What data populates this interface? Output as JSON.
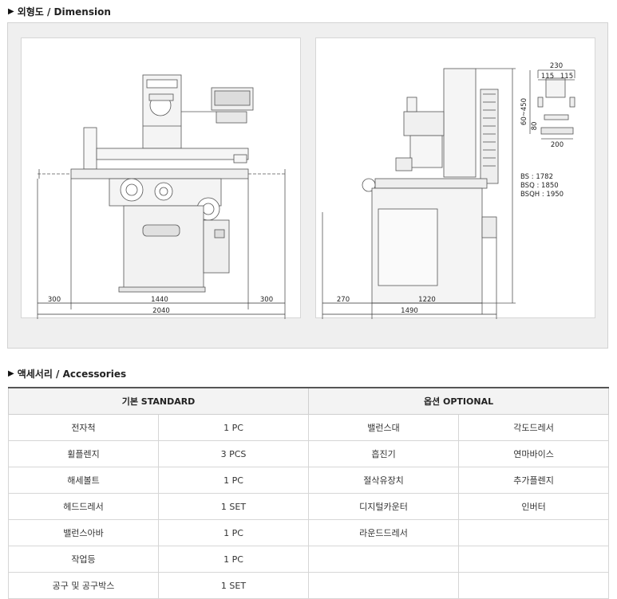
{
  "dimension_section": {
    "title": "외형도 / Dimension",
    "front_view": {
      "left_overhang": "300",
      "table_travel": "1440",
      "right_overhang": "300",
      "overall_length": "2040"
    },
    "side_view": {
      "left_offset": "270",
      "base_depth": "1220",
      "overall_depth": "1490",
      "height_bs": "BS : 1782",
      "height_bsq": "BSQ : 1850",
      "height_bsqh": "BSQH : 1950",
      "detail_total": "230",
      "detail_half_left": "115",
      "detail_half_right": "115",
      "detail_range": "60~450",
      "detail_height": "80",
      "detail_base": "200"
    }
  },
  "accessories_section": {
    "title": "액세서리 / Accessories",
    "standard_header": "기본 STANDARD",
    "optional_header": "옵션 OPTIONAL",
    "rows": [
      {
        "std_item": "전자척",
        "std_qty": "1 PC",
        "opt1": "밸런스대",
        "opt2": "각도드레서"
      },
      {
        "std_item": "휠플렌지",
        "std_qty": "3 PCS",
        "opt1": "흡진기",
        "opt2": "연마바이스"
      },
      {
        "std_item": "해세볼트",
        "std_qty": "1 PC",
        "opt1": "절삭유장치",
        "opt2": "추가플렌지"
      },
      {
        "std_item": "헤드드레서",
        "std_qty": "1 SET",
        "opt1": "디지털카운터",
        "opt2": "인버터"
      },
      {
        "std_item": "밸런스아바",
        "std_qty": "1 PC",
        "opt1": "라운드드레서",
        "opt2": ""
      },
      {
        "std_item": "작업등",
        "std_qty": "1 PC",
        "opt1": "",
        "opt2": ""
      },
      {
        "std_item": "공구 및 공구박스",
        "std_qty": "1 SET",
        "opt1": "",
        "opt2": ""
      }
    ]
  }
}
